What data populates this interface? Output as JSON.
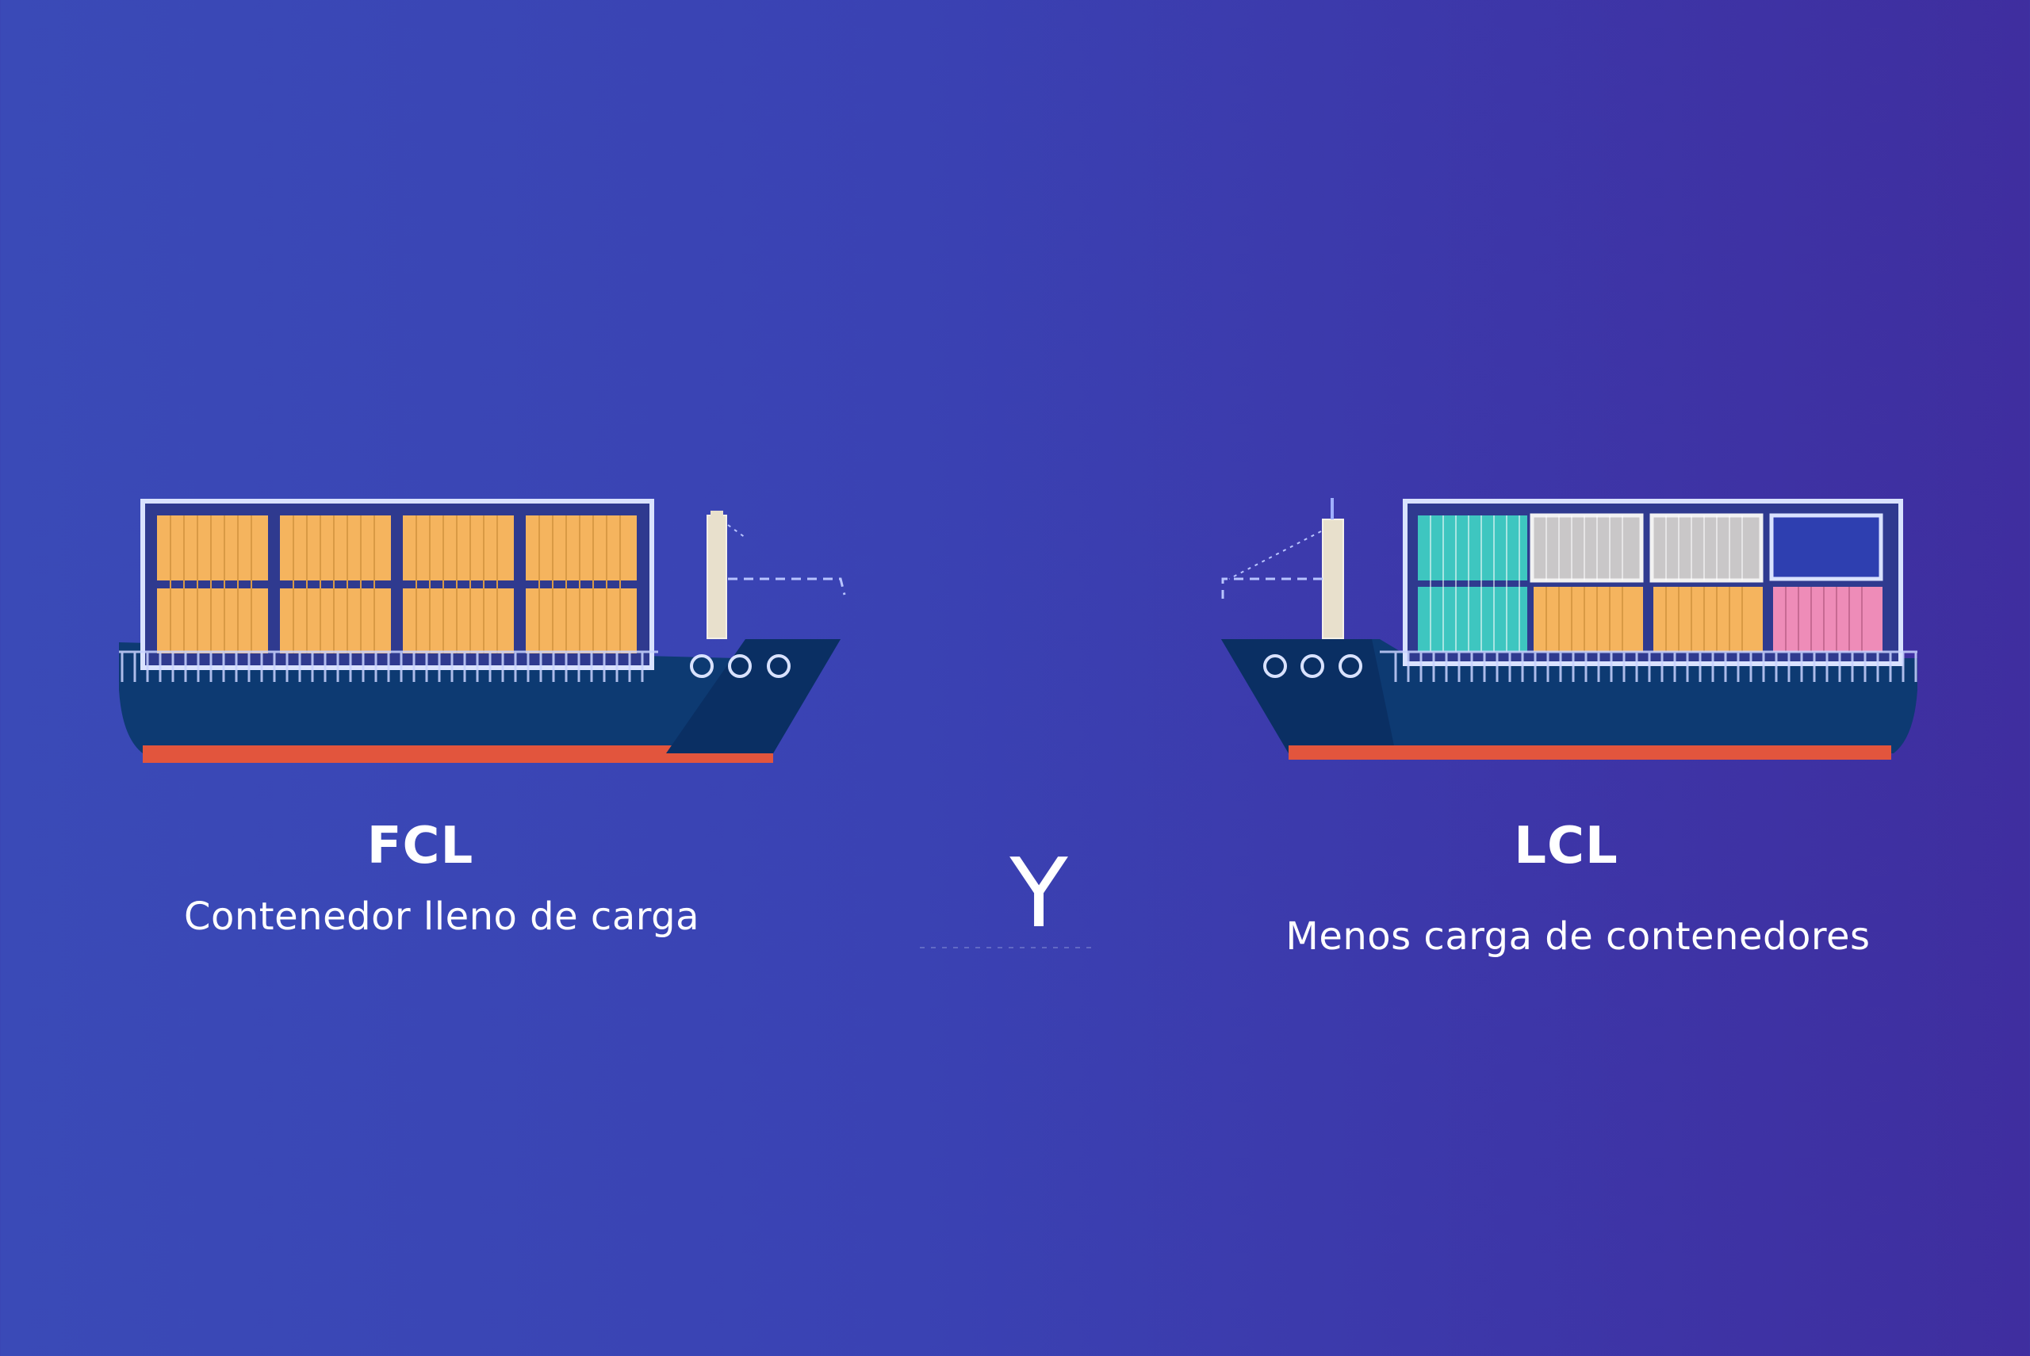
{
  "slide": {
    "background": {
      "from": "#3a4ab7",
      "to": "#3f2e9f"
    },
    "connector": "Y",
    "fcl": {
      "title": "FCL",
      "subtitle": "Contenedor lleno de carga",
      "ship_icon": "container-ship-full-icon",
      "containers": [
        "#f5b45e",
        "#f5b45e",
        "#f5b45e",
        "#f5b45e",
        "#f5b45e",
        "#f5b45e",
        "#f5b45e",
        "#f5b45e"
      ]
    },
    "lcl": {
      "title": "LCL",
      "subtitle": "Menos carga de contenedores",
      "ship_icon": "container-ship-partial-icon",
      "containers": [
        "#3ec6c0",
        "#c9c7c8",
        "#c9c7c8",
        "empty",
        "#3ec6c0",
        "#f5b45e",
        "#f5b45e",
        "#ee8cb8"
      ]
    },
    "colors": {
      "hull": "#0d3a72",
      "hull_light": "#0e4a86",
      "keel": "#e2553d",
      "frame": "#d9e2ff",
      "mast": "#e8e0cc",
      "container_orange": "#f5b45e",
      "container_teal": "#3ec6c0",
      "container_grey": "#c9c7c8",
      "container_pink": "#ee8cb8",
      "text": "#ffffff"
    }
  }
}
